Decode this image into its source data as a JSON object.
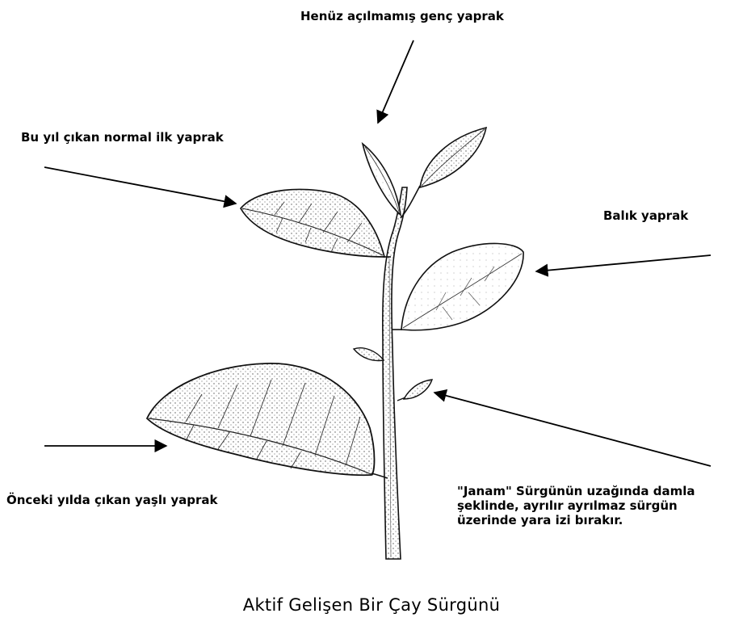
{
  "labels": {
    "young_unopened": "Henüz açılmamış genç yaprak",
    "first_leaf": "Bu yıl çıkan normal ilk yaprak",
    "fish_leaf": "Balık yaprak",
    "janam_line1": "\"Janam\" Sürgünün uzağında damla",
    "janam_line2": "şeklinde, ayrılır ayrılmaz sürgün",
    "janam_line3": "üzerinde yara izi bırakır.",
    "old_leaf": "Önceki yılda çıkan yaşlı yaprak"
  },
  "caption": "Aktif Gelişen Bir Çay Sürgünü"
}
